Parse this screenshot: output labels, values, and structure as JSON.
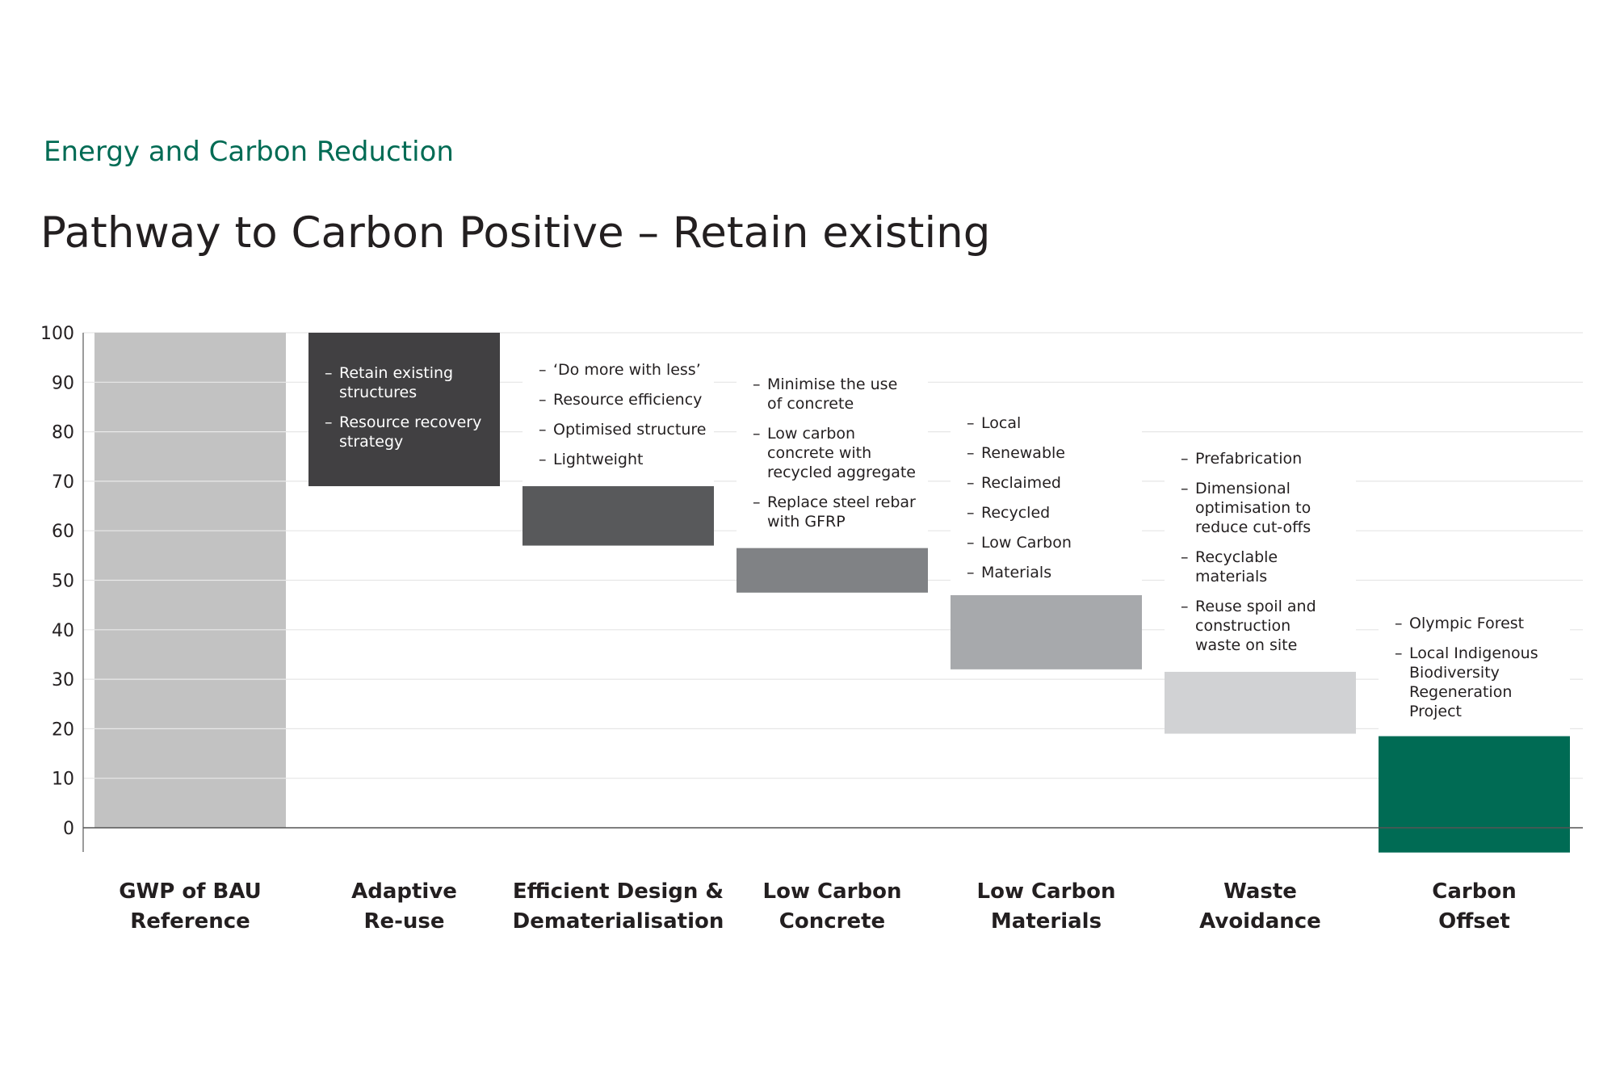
{
  "header": {
    "section": "Energy and Carbon Reduction",
    "title": "Pathway to Carbon Positive – Retain existing"
  },
  "colors": {
    "accent": "#006b54",
    "grid": "#e6e6e6",
    "axis": "#7a7a7a",
    "text": "#231f20"
  },
  "chart_data": {
    "type": "bar",
    "subtype": "waterfall",
    "title": "Pathway to Carbon Positive – Retain existing",
    "xlabel": "",
    "ylabel": "",
    "ylim": [
      0,
      100
    ],
    "yticks": [
      "0",
      "10",
      "20",
      "30",
      "40",
      "50",
      "60",
      "70",
      "80",
      "90",
      "100"
    ],
    "grid": true,
    "categories": [
      [
        "GWP of BAU",
        "Reference"
      ],
      [
        "Adaptive",
        "Re-use"
      ],
      [
        "Efficient Design &",
        "Dematerialisation"
      ],
      [
        "Low Carbon",
        "Concrete"
      ],
      [
        "Low Carbon",
        "Materials"
      ],
      [
        "Waste",
        "Avoidance"
      ],
      [
        "Carbon",
        "Offset"
      ]
    ],
    "bars": [
      {
        "start": 0,
        "end": 100,
        "color": "#c2c2c2"
      },
      {
        "start": 69,
        "end": 100,
        "color": "#414042"
      },
      {
        "start": 57,
        "end": 69,
        "color": "#58595b"
      },
      {
        "start": 47.5,
        "end": 56.5,
        "color": "#808285"
      },
      {
        "start": 32,
        "end": 47,
        "color": "#a7a9ac"
      },
      {
        "start": 19,
        "end": 31.5,
        "color": "#d1d2d4"
      },
      {
        "start": -5,
        "end": 18.5,
        "color": "#006b54"
      }
    ],
    "annotations": [
      {
        "color": "#ffffff",
        "items": [
          [
            "Retain existing",
            "structures"
          ],
          [
            "Resource recovery",
            "strategy"
          ]
        ]
      },
      {
        "color": "#231f20",
        "items": [
          [
            "‘Do more with less’"
          ],
          [
            "Resource efficiency"
          ],
          [
            "Optimised structure"
          ],
          [
            "Lightweight"
          ]
        ]
      },
      {
        "color": "#231f20",
        "items": [
          [
            "Minimise the use",
            "of concrete"
          ],
          [
            "Low carbon",
            "concrete with",
            "recycled aggregate"
          ],
          [
            "Replace steel rebar",
            "with GFRP"
          ]
        ]
      },
      {
        "color": "#231f20",
        "items": [
          [
            "Local"
          ],
          [
            "Renewable"
          ],
          [
            "Reclaimed"
          ],
          [
            "Recycled"
          ],
          [
            "Low Carbon"
          ],
          [
            "Materials"
          ]
        ]
      },
      {
        "color": "#231f20",
        "items": [
          [
            "Prefabrication"
          ],
          [
            "Dimensional",
            "optimisation to",
            "reduce cut-offs"
          ],
          [
            "Recyclable",
            "materials"
          ],
          [
            "Reuse spoil and",
            "construction",
            "waste on site"
          ]
        ]
      },
      {
        "color": "#231f20",
        "items": [
          [
            "Olympic Forest"
          ],
          [
            "Local Indigenous",
            "Biodiversity",
            "Regeneration",
            "Project"
          ]
        ]
      }
    ]
  }
}
